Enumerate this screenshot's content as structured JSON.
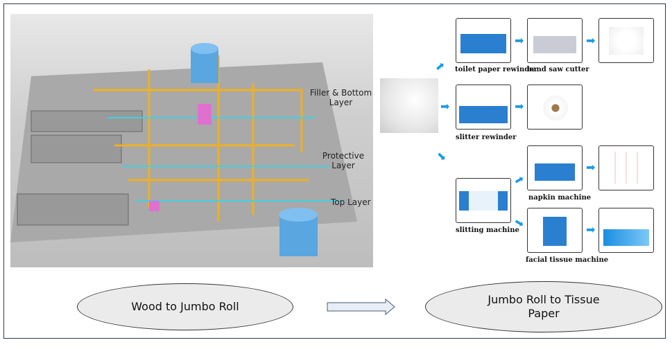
{
  "plant": {
    "labels": [
      "Filler & Bottom Layer",
      "Protective Layer",
      "Top Layer"
    ]
  },
  "flow": {
    "toilet_paper_rewinder": "toilet paper rewinder",
    "band_saw_cutter": "band saw cutter",
    "slitter_rewinder": "slitter rewinder",
    "napkin_machine": "napkin machine",
    "slitting_machine": "slitting machine",
    "facial_tissue_machine": "facial tissue machine"
  },
  "bottom": {
    "left": "Wood to Jumbo Roll",
    "right": "Jumbo Roll to Tissue Paper"
  },
  "colors": {
    "arrow": "#1a9be8",
    "machine_blue": "#2a7fd0",
    "pipe_yellow": "#f0b020",
    "pipe_cyan": "#40d0e0"
  }
}
